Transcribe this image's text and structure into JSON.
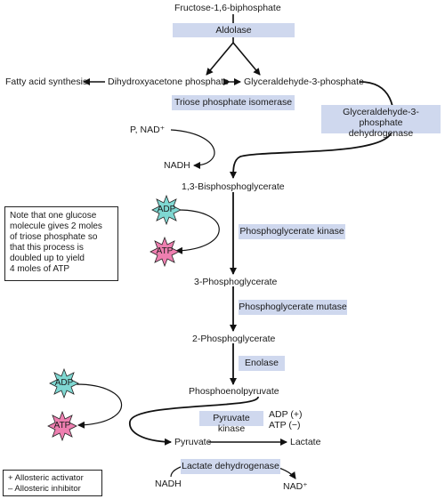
{
  "metabolites": {
    "fructose_bp": "Fructose-1,6-biphosphate",
    "dhap": "Dihydroxyacetone phosphate",
    "gap": "Glyceraldehyde-3-phosphate",
    "fatty_acid": "Fatty acid synthesis",
    "bpg13": "1,3-Bisphosphoglycerate",
    "pg3": "3-Phosphoglycerate",
    "pg2": "2-Phosphoglycerate",
    "pep": "Phosphoenolpyruvate",
    "pyruvate": "Pyruvate",
    "lactate": "Lactate"
  },
  "cofactors": {
    "p_nad": "P, NAD⁺",
    "nadh_top": "NADH",
    "adp_1": "ADP",
    "atp_1": "ATP",
    "adp_2": "ADP",
    "atp_2": "ATP",
    "nadh_bottom": "NADH",
    "nad_bottom": "NAD⁺"
  },
  "enzymes": {
    "aldolase": "Aldolase",
    "tpi": "Triose phosphate isomerase",
    "gapdh_1": "Glyceraldehyde-3-phosphate",
    "gapdh_2": "dehydrogenase",
    "pgk": "Phosphoglycerate kinase",
    "pgm": "Phosphoglycerate mutase",
    "enolase": "Enolase",
    "pk": "Pyruvate kinase",
    "ldh": "Lactate dehydrogenase"
  },
  "regulation": {
    "adp_pos": "ADP (+)",
    "atp_neg": "ATP (−)"
  },
  "note": {
    "line1": "Note that one glucose",
    "line2": "molecule gives 2 moles",
    "line3": "of triose phosphate so",
    "line4": "that this process is",
    "line5": "doubled up to yield",
    "line6": "4 moles of ATP"
  },
  "legend": {
    "activator": "+ Allosteric activator",
    "inhibitor": "– Allosteric inhibitor"
  },
  "colors": {
    "enzyme_box": "#cfd8ee",
    "adp_star": "#7fd8d2",
    "atp_star": "#ee7fb0",
    "line": "#111111"
  }
}
